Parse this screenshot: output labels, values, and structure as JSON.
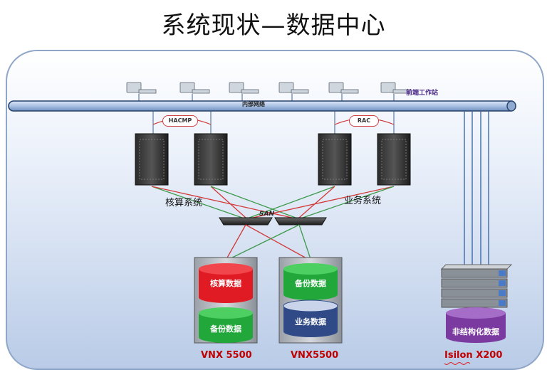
{
  "title": "系统现状—数据中心",
  "network": {
    "bus_label": "内部网络",
    "workstation_label": "前端工作站"
  },
  "clusters": {
    "left_protocol": "HACMP",
    "right_protocol": "RAC",
    "left_name": "核算系统",
    "right_name": "业务系统"
  },
  "san_label": "SAN",
  "storage": {
    "left": {
      "top_disk": "核算数据",
      "bottom_disk": "备份数据",
      "model": "VNX 5500"
    },
    "middle": {
      "top_disk": "备份数据",
      "bottom_disk": "业务数据",
      "model": "VNX5500"
    },
    "right": {
      "disk": "非结构化数据",
      "model": "Isilon X200"
    }
  },
  "colors": {
    "red_link": "#d23a3a",
    "green_link": "#3c9a4a",
    "bus_fill": "#b3c8e6",
    "disk_red": "#e01b24",
    "disk_green": "#22a83a",
    "disk_blue": "#2f4a86",
    "disk_purple": "#7a3aa0",
    "model_text": "#c00000"
  }
}
